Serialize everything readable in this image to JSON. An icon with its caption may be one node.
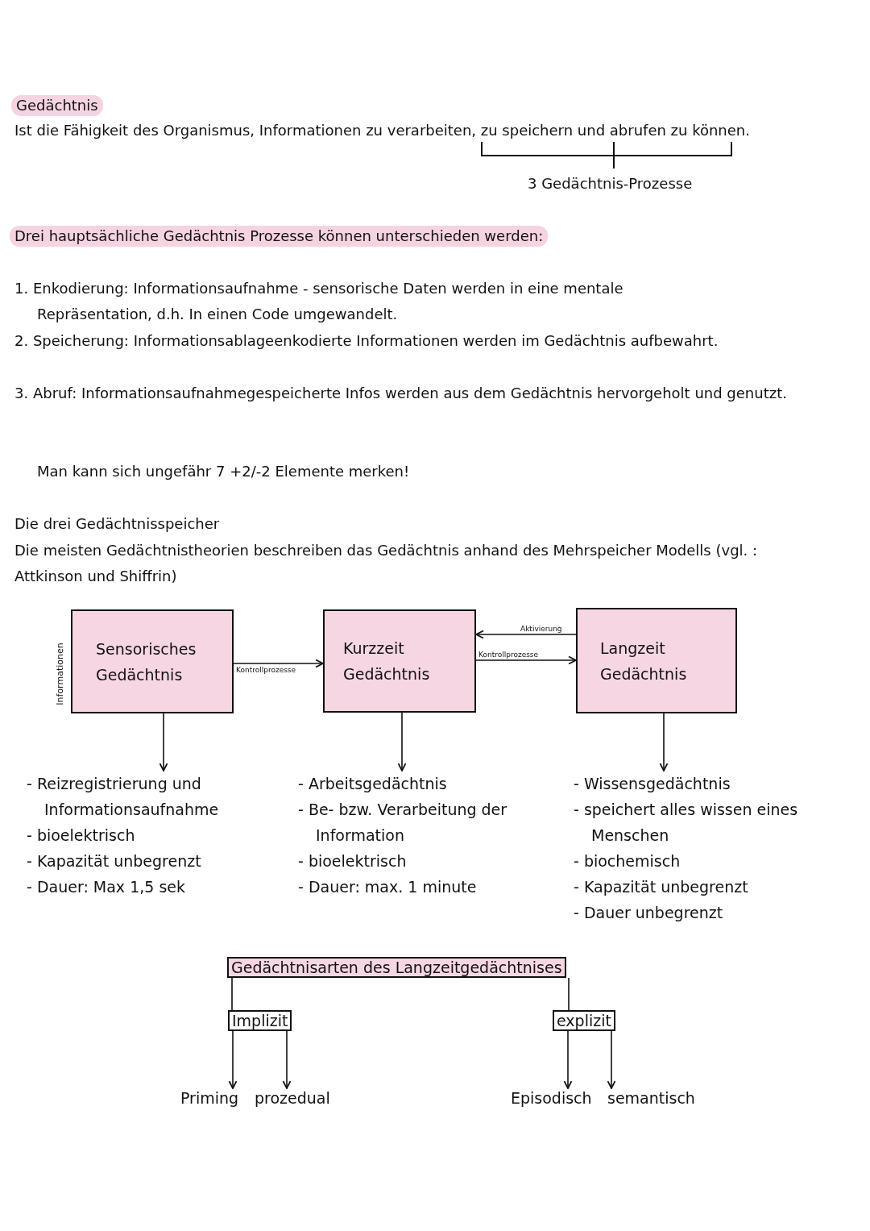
{
  "diagram": {
    "nodes": [
      {
        "text": [
          "Sensorisches Gedächtnis"
        ]
      },
      {
        "text": [
          "Kurzzeit Gedächtnis"
        ]
      },
      {
        "text": [
          "Langzeit Gedächtnis"
        ]
      },
      {
        "text": [
          "- Reizregistrierung und Informationsaufnahme",
          "- bioelektrisch",
          "- Kapazität unbegrenzt",
          "- Dauer: Max 1,5 sek"
        ]
      },
      {
        "text": [
          "- Arbeitsgedächtnis",
          "- Be- bzw. Verarbeitung der Information",
          "- bioelektrisch",
          "- Dauer: max. 1 minute"
        ]
      },
      {
        "text": [
          "- Wissensgedächtnis",
          "- speichert alles wissen eines Menschen",
          "- biochemisch",
          "- Kapazität unbegrenzt",
          "- Dauer unbegrenzt"
        ]
      },
      {
        "text": [
          "Gedächtnisarten des Langzeitgedächtnises"
        ]
      },
      {
        "text": [
          "Implizit"
        ]
      },
      {
        "text": [
          "explizit"
        ]
      },
      {
        "text": [
          "Priming"
        ]
      },
      {
        "text": [
          "prozedual"
        ]
      },
      {
        "text": [
          "Episodisch"
        ]
      },
      {
        "text": [
          "semantisch"
        ]
      }
    ],
    "edges": [
      {
        "from": 0,
        "to": 1,
        "arrow": "to",
        "label": "Kontrollprozesse"
      },
      {
        "from": 1,
        "to": 2,
        "arrow": "to",
        "label": "Kontrollprozesse"
      },
      {
        "from": 2,
        "to": 1,
        "arrow": "to",
        "label": "Aktivierung"
      },
      {
        "from": 0,
        "to": 3,
        "arrow": "to"
      },
      {
        "from": 1,
        "to": 4,
        "arrow": "to"
      },
      {
        "from": 2,
        "to": 5,
        "arrow": "to"
      },
      {
        "from": 6,
        "to": 7,
        "arrow": "none"
      },
      {
        "from": 6,
        "to": 8,
        "arrow": "none"
      },
      {
        "from": 7,
        "to": 9,
        "arrow": "to"
      },
      {
        "from": 7,
        "to": 10,
        "arrow": "to"
      },
      {
        "from": 8,
        "to": 11,
        "arrow": "to"
      },
      {
        "from": 8,
        "to": 12,
        "arrow": "to"
      }
    ],
    "labels": [
      "Gedächtnis",
      "Ist die Fähigkeit des Organismus, Informationen zu verarbeiten, zu speichern und abrufen zu können.",
      "3 Gedächtnis-Prozesse",
      "Drei hauptsächliche Gedächtnis Prozesse können unterschieden werden:",
      "1. Enkodierung: Informationsaufnahme - sensorische Daten werden in eine mentale Repräsentation, d.h. In einen Code umgewandelt.",
      "2. Speicherung: Informationsablageenkodierte Informationen werden im Gedächtnis aufbewahrt.",
      "3. Abruf: Informationsaufnahmegespeicherte Infos werden aus dem Gedächtnis hervorgeholt und genutzt.",
      "Man kann sich ungefähr 7 +2/-2 Elemente merken!",
      "Die drei Gedächtnisspeicher",
      "Die meisten Gedächtnistheorien beschreiben das Gedächtnis anhand des Mehrspeicher Modells (vgl. : Attkinson und Shiffrin)",
      "Informationen"
    ]
  }
}
